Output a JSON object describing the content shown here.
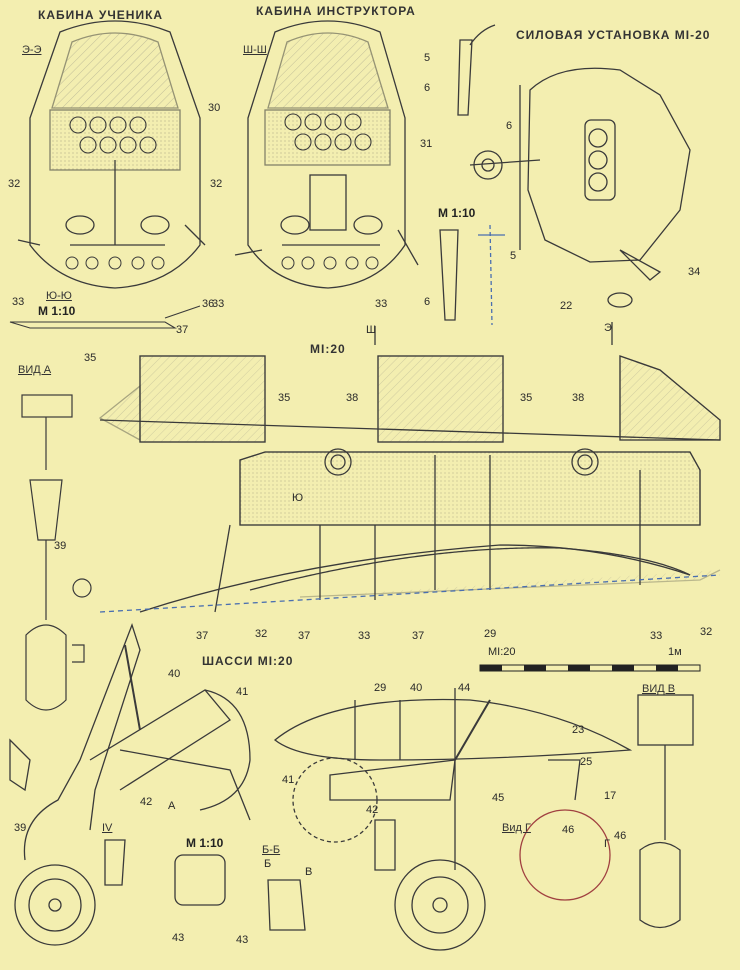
{
  "titles": {
    "student_cabin": "КАБИНА УЧЕНИКА",
    "instructor_cabin": "КАБИНА ИНСТРУКТОРА",
    "power_plant": "СИЛОВАЯ УСТАНОВКА МI-20",
    "fuselage": "МI:20",
    "landing_gear": "ШАССИ МI:20",
    "view_a": "ВИД А",
    "view_v": "ВИД В",
    "view_g": "Вид Г"
  },
  "sections": {
    "ee": "Э-Э",
    "shsh": "Ш-Ш",
    "yuyu": "Ю-Ю",
    "b1b1": "Б-Б",
    "iv": "IV",
    "sh_mark": "Ш",
    "e_mark": "Э",
    "yu_mark": "Ю"
  },
  "scales": {
    "m110_a": "М 1:10",
    "m110_b": "М 1:10",
    "m110_c": "М 1:10",
    "scale_bar_left": "МI:20",
    "scale_bar_right": "1м"
  },
  "arrows": {
    "a1": "А",
    "b1": "Б",
    "g1": "Г",
    "v1": "В"
  },
  "callouts": {
    "c30": "30",
    "c31": "31",
    "c32a": "32",
    "c32b": "32",
    "c32c": "32",
    "c32d": "32",
    "c33a": "33",
    "c33b": "33",
    "c33c": "33",
    "c33d": "33",
    "c33e": "33",
    "c5a": "5",
    "c5b": "5",
    "c6a": "6",
    "c6b": "6",
    "c6c": "6",
    "c34": "34",
    "c22": "22",
    "c35a": "35",
    "c35b": "35",
    "c35c": "35",
    "c36": "36",
    "c37a": "37",
    "c37b": "37",
    "c37c": "37",
    "c37d": "37",
    "c38a": "38",
    "c38b": "38",
    "c29a": "29",
    "c29b": "29",
    "c39a": "39",
    "c39b": "39",
    "c40a": "40",
    "c40b": "40",
    "c41a": "41",
    "c41b": "41",
    "c42a": "42",
    "c42b": "42",
    "c43a": "43",
    "c43b": "43",
    "c44": "44",
    "c45": "45",
    "c23": "23",
    "c25": "25",
    "c17": "17",
    "c46a": "46",
    "c46b": "46"
  },
  "colors": {
    "paper": "#f3eeb0",
    "ink": "#3a3a3a",
    "blue_ink": "#4a6fb0",
    "red_ink": "#a04040",
    "stipple": "#c9c29a"
  }
}
